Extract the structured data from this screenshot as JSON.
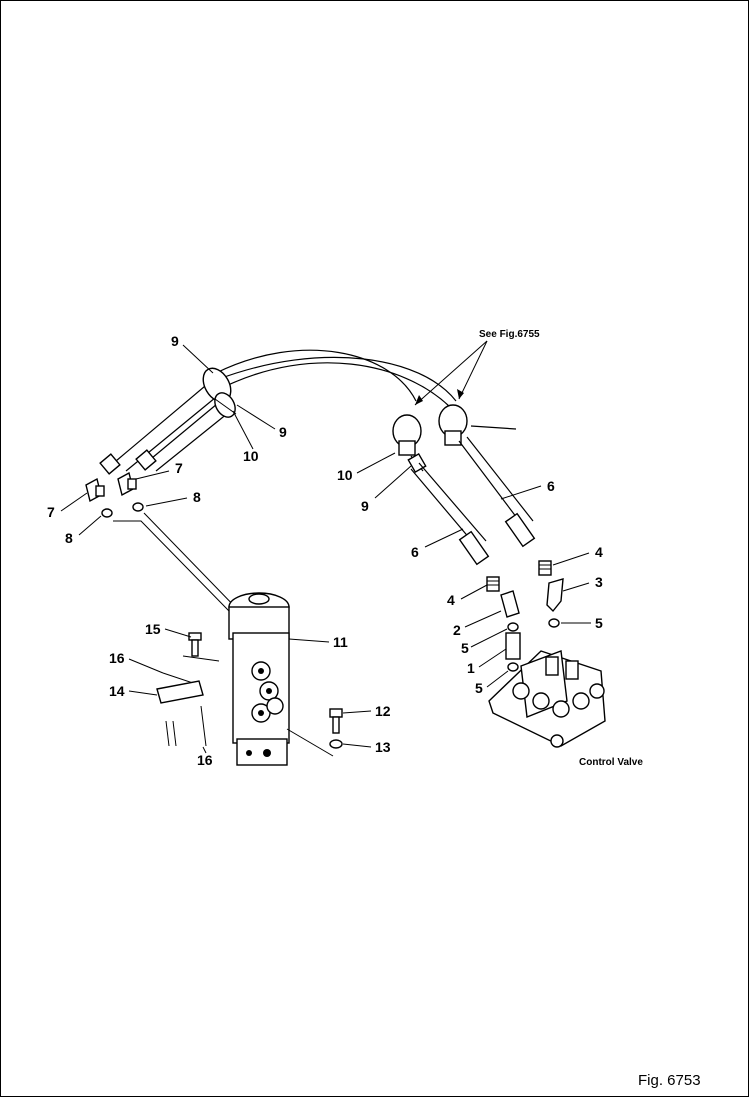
{
  "see_reference": "See Fig.6755",
  "control_valve_label": "Control Valve",
  "figure_caption": "Fig. 6753",
  "callouts": {
    "c9_top": "9",
    "c9_clamp": "9",
    "c10_clamp": "10",
    "c7_right": "7",
    "c7_left": "7",
    "c8_right": "8",
    "c8_left": "8",
    "c10_mid": "10",
    "c9_mid": "9",
    "c6_right": "6",
    "c6_left": "6",
    "c4_right": "4",
    "c3": "3",
    "c4_left": "4",
    "c2": "2",
    "c5_upper_left": "5",
    "c5_right": "5",
    "c1": "1",
    "c5_lower": "5",
    "c15": "15",
    "c11": "11",
    "c16_top": "16",
    "c14": "14",
    "c12": "12",
    "c13": "13",
    "c16_bottom": "16"
  }
}
